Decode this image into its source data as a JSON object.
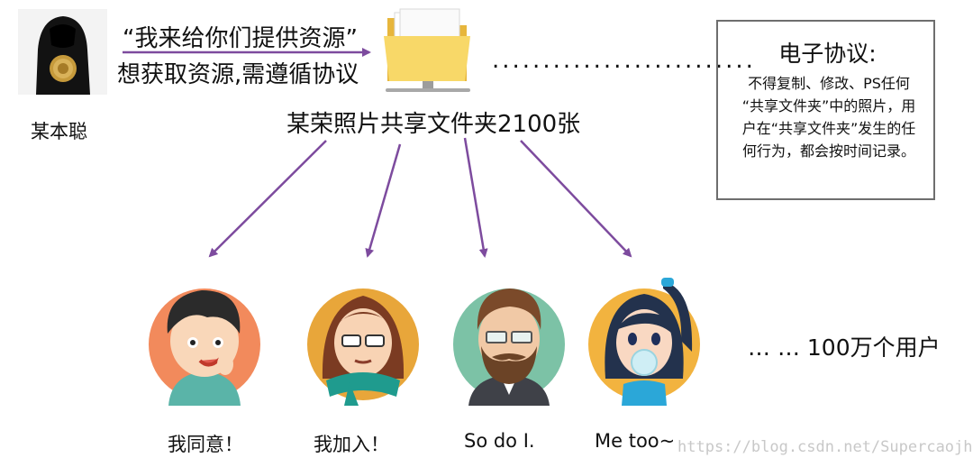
{
  "person": {
    "name": "某本聪"
  },
  "quote": "“我来给你们提供资源”",
  "requirement": "想获取资源,需遵循协议",
  "folder": {
    "label": "某荣照片共享文件夹2100张",
    "icon": "folder-icon"
  },
  "dots": "..........................",
  "agreement": {
    "title": "电子协议:",
    "lines": [
      "不得复制、修改、PS任何",
      "“共享文件夹”中的照片，用",
      "户在“共享文件夹”发生的任",
      "何行为，都会按时间记录。"
    ]
  },
  "users": [
    {
      "response": "我同意！"
    },
    {
      "response": "我加入！"
    },
    {
      "response": "So do I."
    },
    {
      "response": "Me too~"
    }
  ],
  "more_users": "… …  100万个用户",
  "watermark": "https://blog.csdn.net/Supercaojh",
  "colors": {
    "arrow": "#7d4b9e",
    "box_border": "#6e6e6e",
    "folder": "#f6d25c",
    "avatar_bg_1": "#f28a5c",
    "avatar_bg_2": "#e8a63a",
    "avatar_bg_3": "#7cc2a6",
    "avatar_bg_4": "#f2b33f"
  }
}
